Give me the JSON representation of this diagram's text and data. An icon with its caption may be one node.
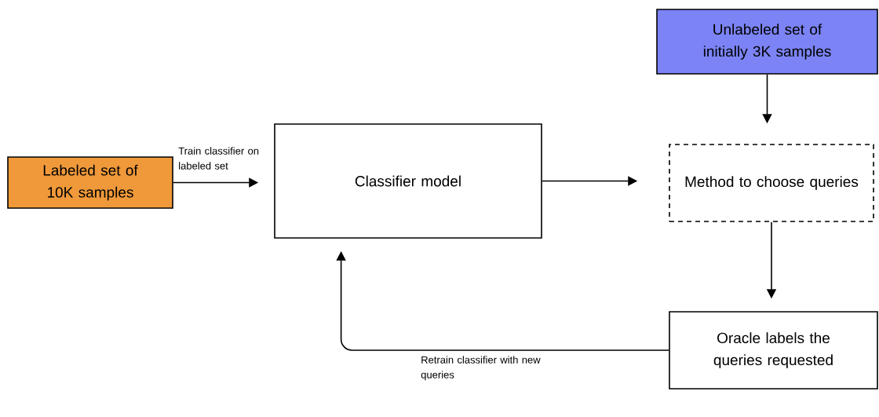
{
  "diagram": {
    "nodes": [
      {
        "text": [
          "Labeled set of 10K samples"
        ]
      },
      {
        "text": [
          "Classifier model"
        ]
      },
      {
        "text": [
          "Unlabeled set of initially 3K samples"
        ]
      },
      {
        "text": [
          "Method to choose queries"
        ]
      },
      {
        "text": [
          "Oracle labels the queries requested"
        ]
      }
    ],
    "edges": [
      {
        "from": 0,
        "to": 1,
        "arrow": "to",
        "label": "Train classifier on labeled set"
      },
      {
        "from": 1,
        "to": 3,
        "arrow": "to"
      },
      {
        "from": 2,
        "to": 3,
        "arrow": "to"
      },
      {
        "from": 3,
        "to": 4,
        "arrow": "to"
      },
      {
        "from": 4,
        "to": 1,
        "arrow": "to",
        "label": "Retrain classifier with new queries"
      }
    ]
  }
}
